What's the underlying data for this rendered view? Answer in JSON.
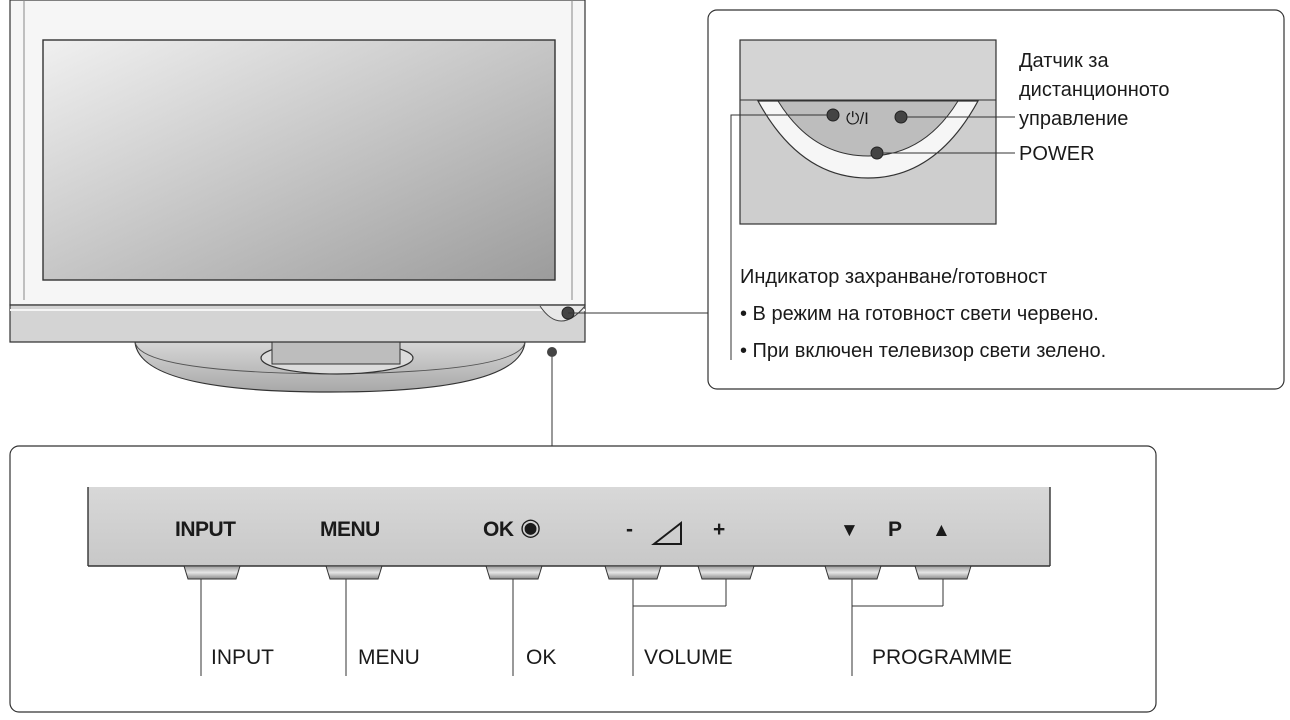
{
  "detail": {
    "power_symbol": "⏻/I",
    "sensor_label_lines": [
      "Датчик за",
      "дистанционното",
      "управление"
    ],
    "power_label": "POWER",
    "indicator_title": "Индикатор захранване/готовност",
    "indicator_bullets": [
      "• В режим на готовност свети червено.",
      "• При включен телевизор свети зелено."
    ]
  },
  "panel": {
    "button_labels": {
      "input": "INPUT",
      "menu": "MENU",
      "ok": "OK",
      "ok_symbol": "◉",
      "volume_minus": "-",
      "volume_plus": "+",
      "prog_down": "▼",
      "prog_p": "P",
      "prog_up": "▲"
    },
    "callouts": {
      "input": "INPUT",
      "menu": "MENU",
      "ok": "OK",
      "volume": "VOLUME",
      "programme": "PROGRAMME"
    }
  },
  "colors": {
    "screen_light": "#ececec",
    "screen_dark": "#9a9a9a",
    "bezel": "#f4f4f4",
    "panel_grey": "#cfcfcf",
    "outline": "#333333"
  }
}
